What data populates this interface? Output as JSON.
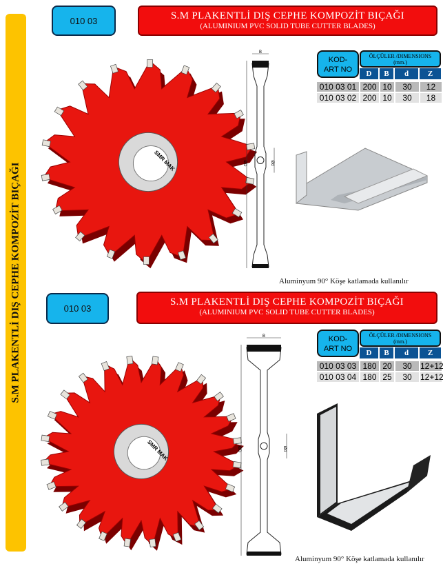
{
  "sidebar": {
    "title": "S.M PLAKENTLİ DIŞ CEPHE KOMPOZİT BIÇAĞI"
  },
  "sections": [
    {
      "code": "010 03",
      "title": "S.M PLAKENTLİ  DIŞ CEPHE KOMPOZİT  BIÇAĞI",
      "subtitle": "(ALUMINIUM PVC SOLID TUBE CUTTER BLADES)",
      "blade_label": "SMR MAK",
      "caption": "Aluminyum 90° Köşe katlamada kullanılır",
      "table": {
        "kod": "KOD-",
        "artno": "ART NO",
        "dims": "ÖLÇÜLER /DIMENSIONS",
        "unit": "(mm.)",
        "headers": [
          "D",
          "B",
          "d",
          "Z"
        ],
        "rows": [
          [
            "010 03 01",
            "200",
            "10",
            "30",
            "12"
          ],
          [
            "010 03 02",
            "200",
            "10",
            "30",
            "18"
          ]
        ]
      },
      "drawing": {
        "b": "B",
        "od": "ØD",
        "id": "Ød"
      }
    },
    {
      "code": "010 03",
      "title": "S.M PLAKENTLİ  DIŞ CEPHE KOMPOZİT  BIÇAĞI",
      "subtitle": "(ALUMINIUM PVC SOLID TUBE CUTTER BLADES)",
      "blade_label": "SMR MAK",
      "caption": "Aluminyum 90° Köşe katlamada kullanılır",
      "table": {
        "kod": "KOD-",
        "artno": "ART NO",
        "dims": "ÖLÇÜLER /DIMENSIONS",
        "unit": "(mm.)",
        "headers": [
          "D",
          "B",
          "d",
          "Z"
        ],
        "rows": [
          [
            "010 03 03",
            "180",
            "20",
            "30",
            "12+12"
          ],
          [
            "010 03 04",
            "180",
            "25",
            "30",
            "12+12"
          ]
        ]
      },
      "drawing": {
        "b": "B",
        "od": "ØD",
        "id": "Ød"
      }
    }
  ],
  "colors": {
    "red": "#f20d0d",
    "cyan": "#16b4ec",
    "yellow": "#fdc300",
    "navy": "#0b5394"
  }
}
